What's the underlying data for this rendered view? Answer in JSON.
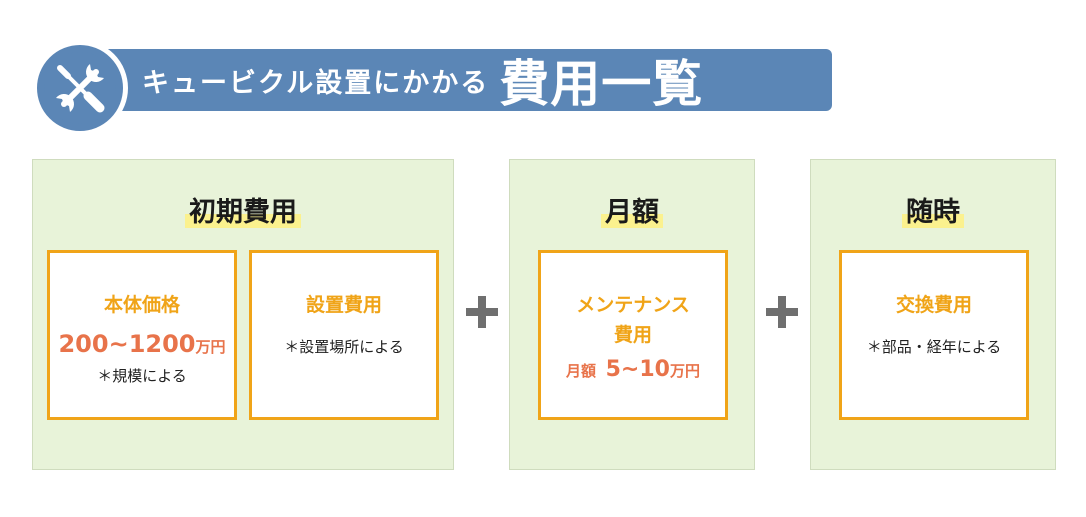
{
  "header": {
    "subtitle": "キュービクル設置にかかる",
    "title": "費用一覧",
    "icon": "tools-icon",
    "colors": {
      "banner": "#5b86b6",
      "text": "#ffffff"
    }
  },
  "columns": {
    "initial": {
      "title": "初期費用",
      "cards": {
        "body_price": {
          "title": "本体価格",
          "price": "200~1200",
          "unit": "万円",
          "note": "＊規模による"
        },
        "installation": {
          "title": "設置費用",
          "note": "＊設置場所による"
        }
      }
    },
    "monthly": {
      "title": "月額",
      "card": {
        "title_line1": "メンテナンス",
        "title_line2": "費用",
        "price_prefix": "月額",
        "price": "5~10",
        "unit": "万円"
      }
    },
    "anytime": {
      "title": "随時",
      "card": {
        "title": "交換費用",
        "note": "＊部品・経年による"
      }
    }
  },
  "operators": [
    "plus-icon",
    "plus-icon"
  ],
  "colors": {
    "panel_bg": "#e8f3d9",
    "card_border": "#f0a418",
    "price": "#e8734a",
    "highlight": "#fbf18e",
    "plus": "#6f6f6f"
  }
}
